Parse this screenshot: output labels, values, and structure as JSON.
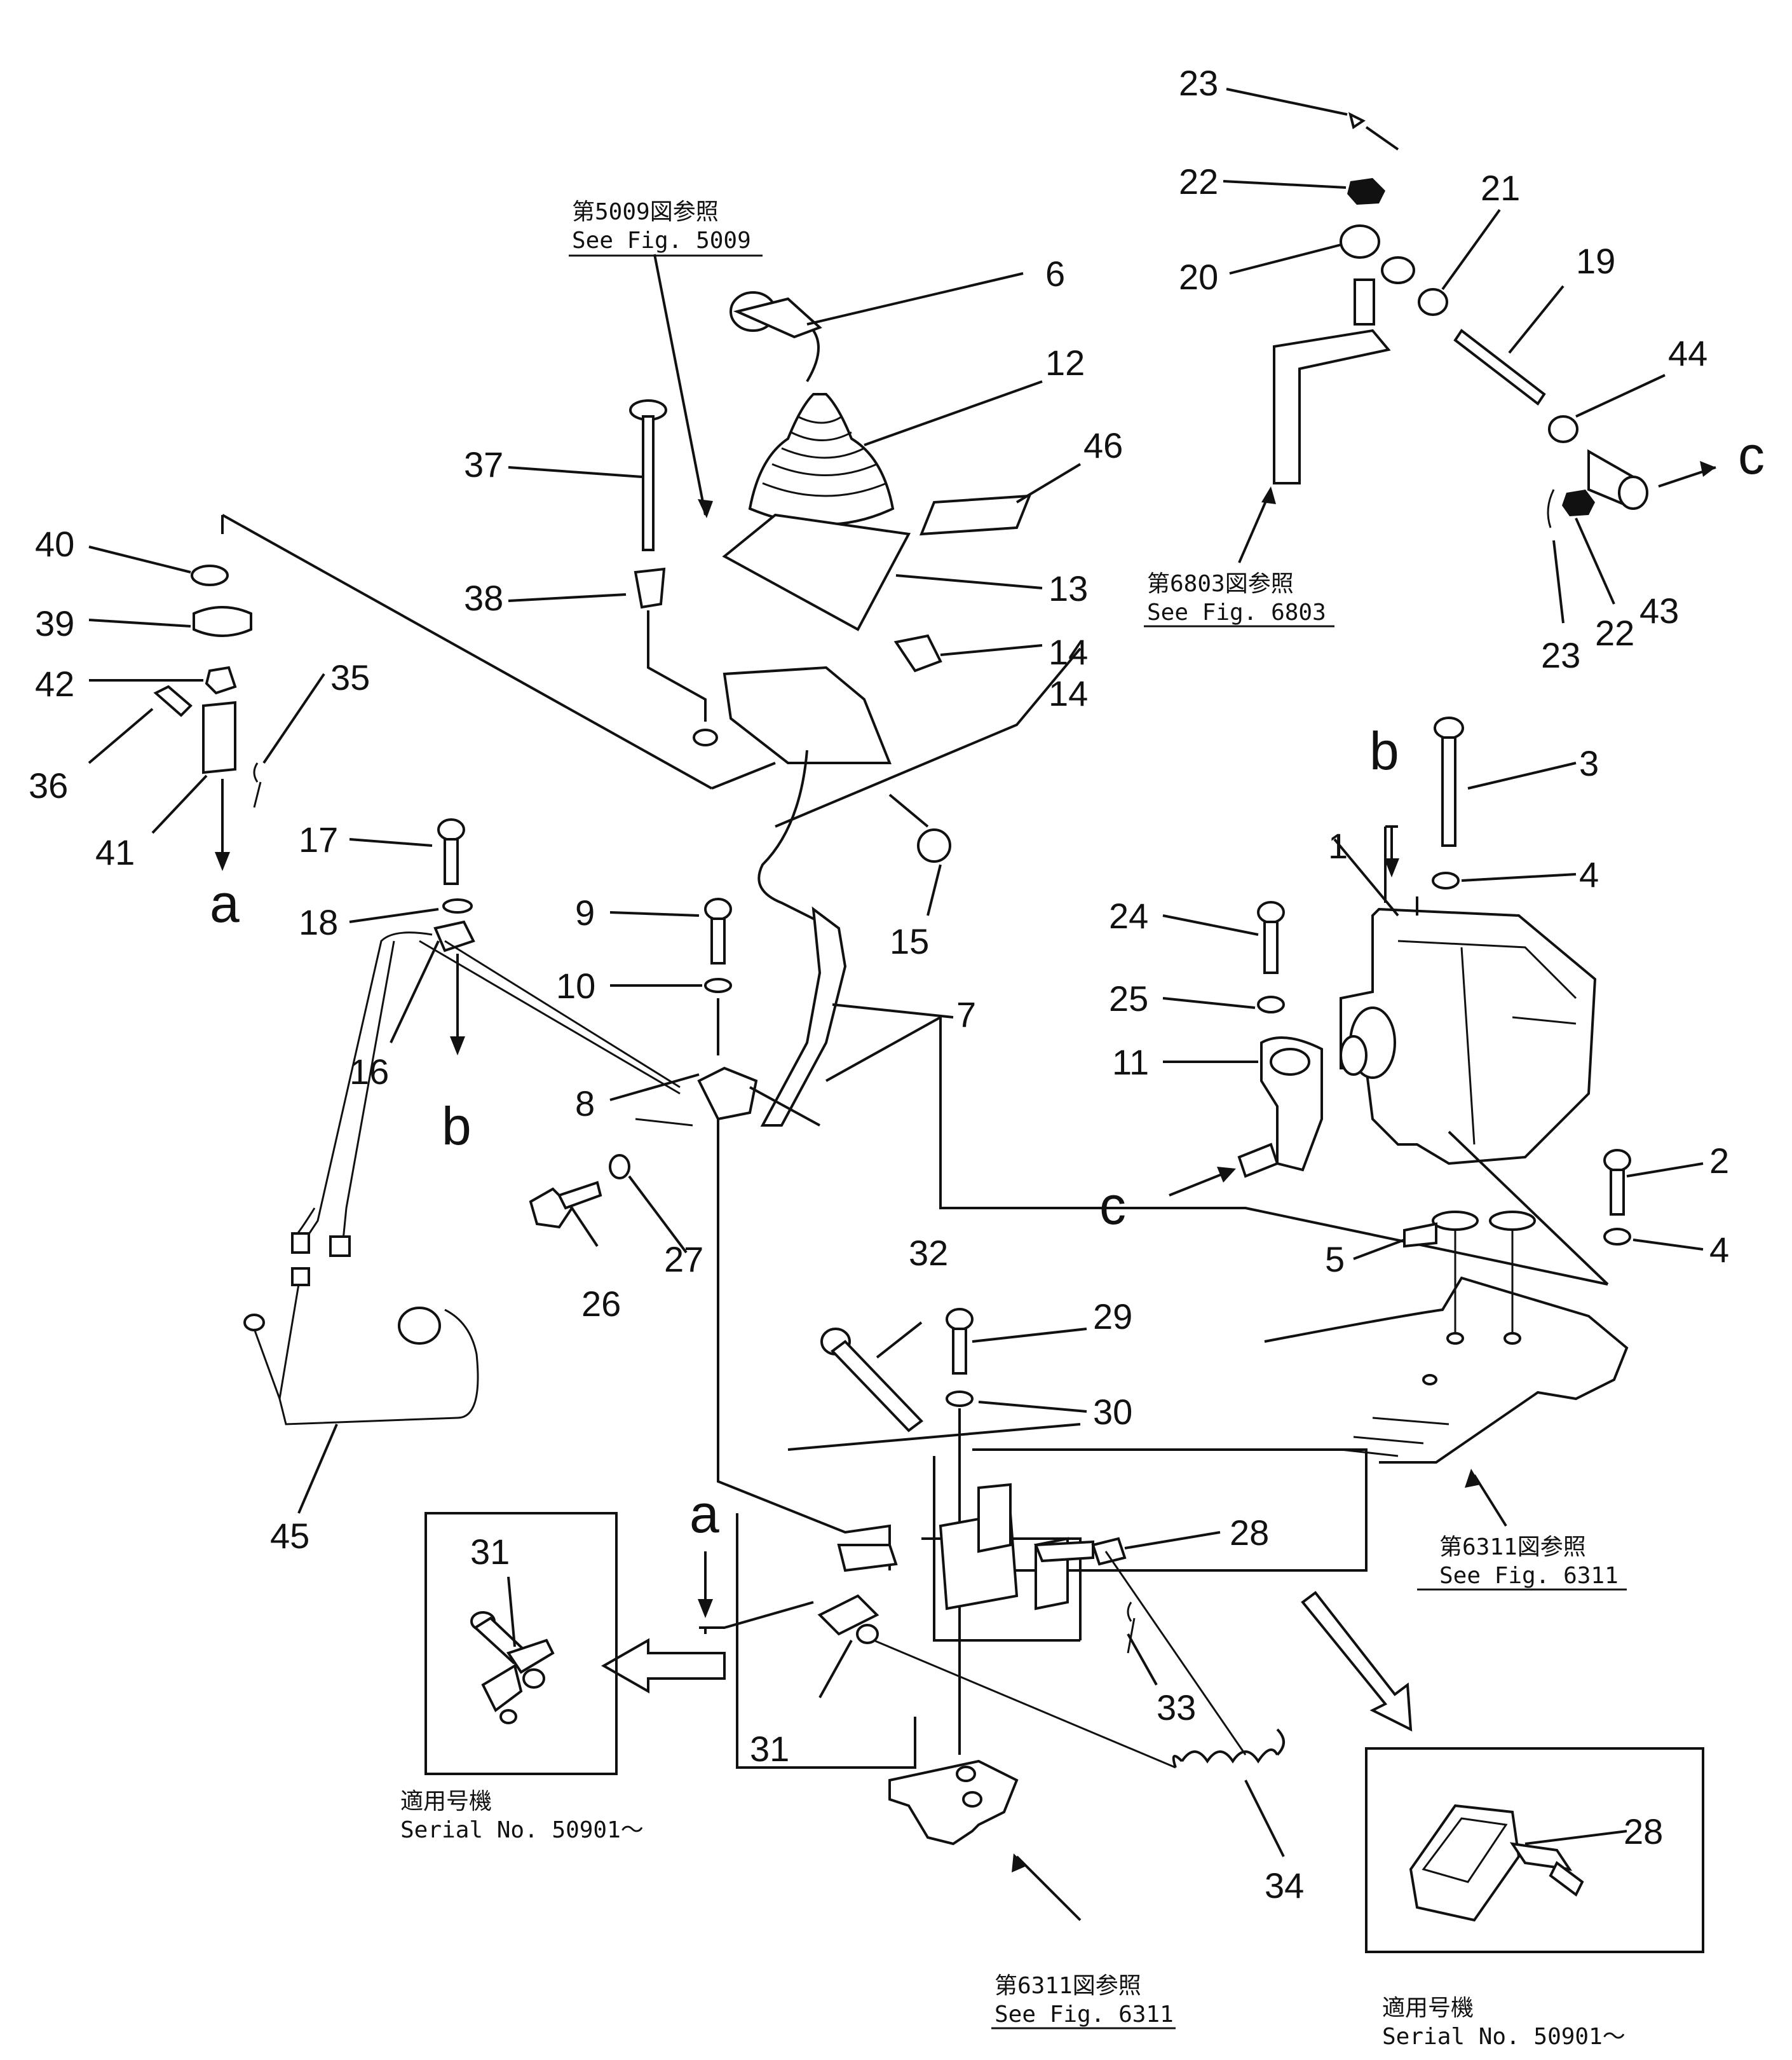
{
  "callouts": {
    "n1": "1",
    "n2": "2",
    "n3": "3",
    "n4a": "4",
    "n4b": "4",
    "n5": "5",
    "n6": "6",
    "n7": "7",
    "n8": "8",
    "n9": "9",
    "n10": "10",
    "n11": "11",
    "n12": "12",
    "n13": "13",
    "n14a": "14",
    "n14b": "14",
    "n15": "15",
    "n16": "16",
    "n17": "17",
    "n18": "18",
    "n19": "19",
    "n20": "20",
    "n21": "21",
    "n22a": "22",
    "n22b": "22",
    "n23a": "23",
    "n23b": "23",
    "n24": "24",
    "n25": "25",
    "n26": "26",
    "n27": "27",
    "n28a": "28",
    "n28b": "28",
    "n29": "29",
    "n30": "30",
    "n31a": "31",
    "n31b": "31",
    "n32": "32",
    "n33": "33",
    "n34": "34",
    "n35": "35",
    "n36": "36",
    "n37": "37",
    "n38": "38",
    "n39": "39",
    "n40": "40",
    "n41": "41",
    "n42": "42",
    "n43": "43",
    "n44": "44",
    "n45": "45",
    "n46": "46"
  },
  "letters": {
    "a1": "a",
    "a2": "a",
    "b1": "b",
    "b2": "b",
    "c1": "c",
    "c2": "c"
  },
  "references": {
    "fig5009_jp": "第5009図参照",
    "fig5009_en": "See Fig. 5009",
    "fig6803_jp": "第6803図参照",
    "fig6803_en": "See Fig. 6803",
    "fig6311a_jp": "第6311図参照",
    "fig6311a_en": "See Fig. 6311",
    "fig6311b_jp": "第6311図参照",
    "fig6311b_en": "See Fig. 6311",
    "serial_left_jp": "適用号機",
    "serial_left_en": "Serial No. 50901～",
    "serial_right_jp": "適用号機",
    "serial_right_en": "Serial No. 50901～"
  }
}
